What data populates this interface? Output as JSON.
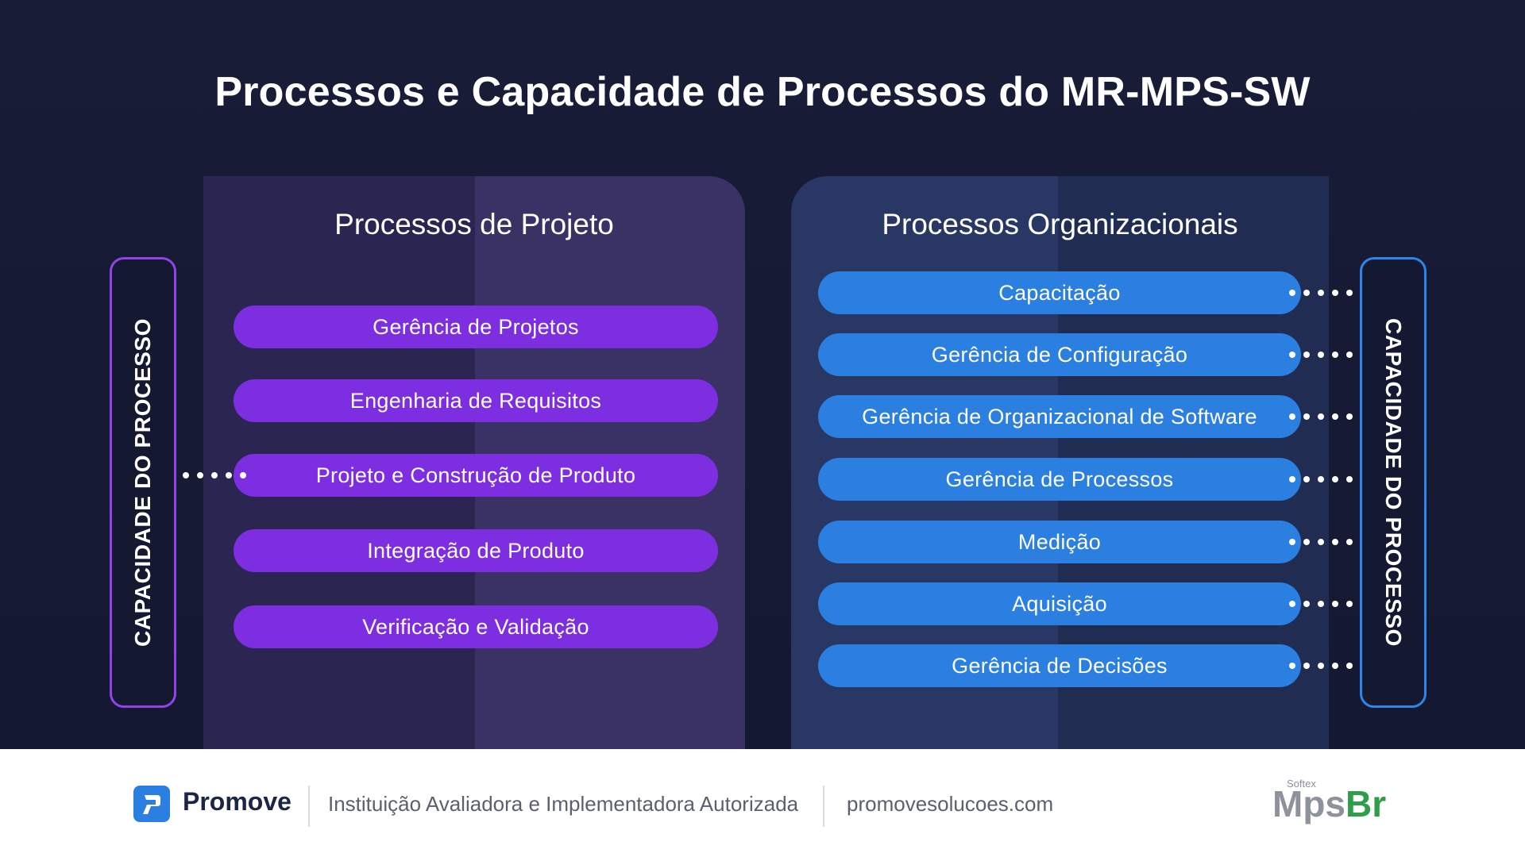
{
  "title": "Processos e Capacidade de Processos do MR-MPS-SW",
  "left_panel": {
    "title": "Processos de Projeto",
    "items": [
      {
        "label": "Gerência de Projetos"
      },
      {
        "label": "Engenharia de Requisitos"
      },
      {
        "label": "Projeto e Construção de Produto"
      },
      {
        "label": "Integração de Produto"
      },
      {
        "label": "Verificação e Validação"
      }
    ]
  },
  "right_panel": {
    "title": "Processos Organizacionais",
    "items": [
      {
        "label": "Capacitação"
      },
      {
        "label": "Gerência de Configuração"
      },
      {
        "label": "Gerência de Organizacional de Software"
      },
      {
        "label": "Gerência de Processos"
      },
      {
        "label": "Medição"
      },
      {
        "label": "Aquisição"
      },
      {
        "label": "Gerência de Decisões"
      }
    ]
  },
  "capability_left": "CAPACIDADE DO PROCESSO",
  "capability_right": "CAPACIDADE DO PROCESSO",
  "footer": {
    "brand": "Promove",
    "tagline": "Instituição Avaliadora e Implementadora Autorizada",
    "website": "promovesolucoes.com",
    "partner_small": "Softex",
    "partner_logo_a": "Mps",
    "partner_logo_b": "Br"
  },
  "colors": {
    "background": "#161a33",
    "purple": "#7c2ee0",
    "blue": "#2a7fe0",
    "footer": "#ffffff"
  }
}
